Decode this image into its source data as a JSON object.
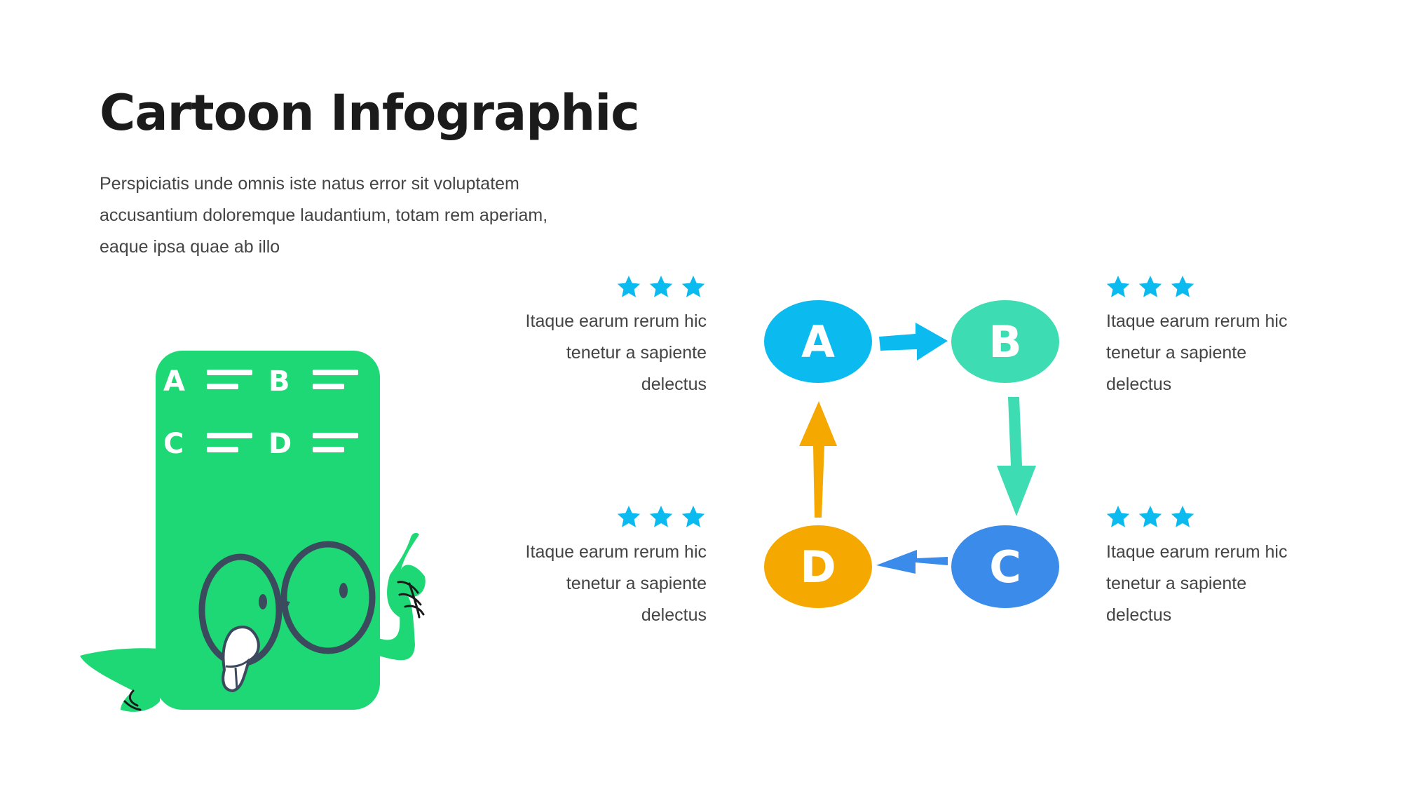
{
  "title": "Cartoon Infographic",
  "subtitle": "Perspiciatis unde omnis iste natus error sit voluptatem accusantium doloremque laudantium, totam rem aperiam, eaque ipsa quae ab illo",
  "colors": {
    "a": "#0bbbf0",
    "b": "#3ddcb2",
    "c": "#3b8beb",
    "d": "#f5a800",
    "character": "#1ed876",
    "stars": "#0bbbf0",
    "glasses": "#3c4a5e"
  },
  "character": {
    "labels": [
      "A",
      "B",
      "C",
      "D"
    ]
  },
  "nodes": [
    {
      "letter": "A"
    },
    {
      "letter": "B"
    },
    {
      "letter": "C"
    },
    {
      "letter": "D"
    }
  ],
  "blocks": {
    "top_left": {
      "lines": [
        "Itaque earum rerum hic",
        "tenetur a sapiente",
        "delectus"
      ],
      "stars": 3
    },
    "top_right": {
      "lines": [
        "Itaque earum rerum hic",
        "tenetur a sapiente",
        "delectus"
      ],
      "stars": 3
    },
    "bottom_left": {
      "lines": [
        "Itaque earum rerum hic",
        "tenetur a sapiente",
        "delectus"
      ],
      "stars": 3
    },
    "bottom_right": {
      "lines": [
        "Itaque earum rerum hic",
        "tenetur a sapiente",
        "delectus"
      ],
      "stars": 3
    }
  },
  "icons": {
    "star": "star-icon",
    "arrow": "arrow-icon"
  }
}
